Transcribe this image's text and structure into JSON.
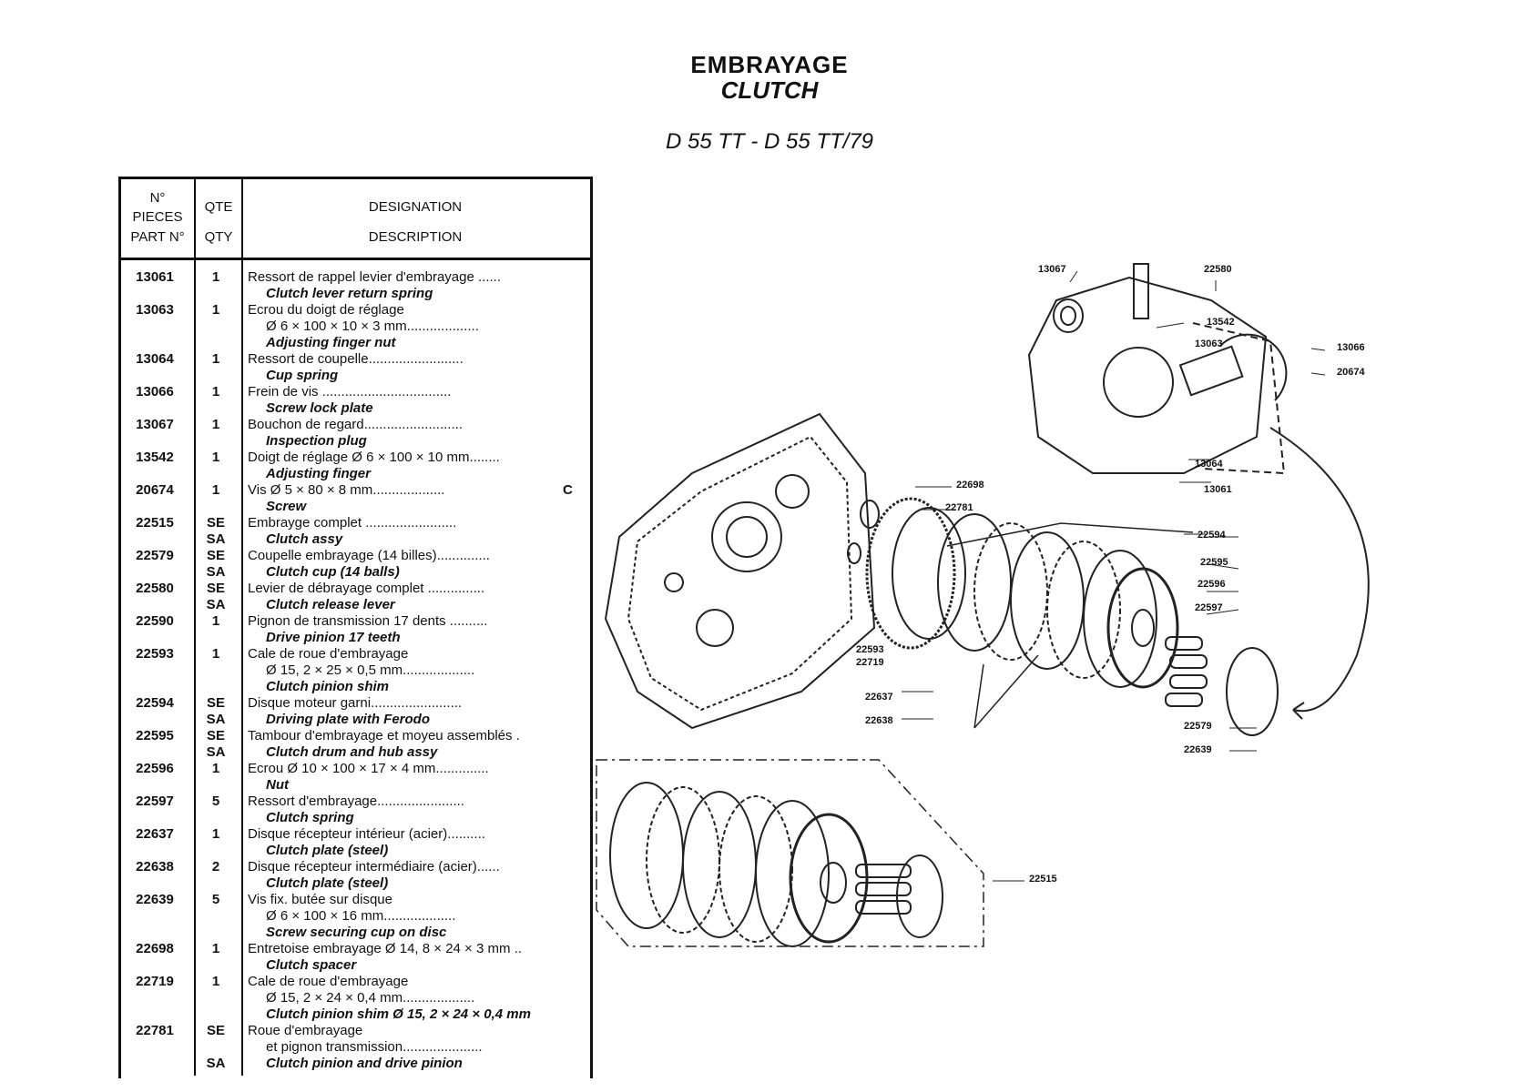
{
  "title": {
    "fr": "EMBRAYAGE",
    "en": "CLUTCH",
    "model": "D 55 TT - D 55 TT/79"
  },
  "table": {
    "headers": {
      "part_fr": "N°\nPIECES",
      "part_en": "PART N°",
      "qty_fr": "QTE",
      "qty_en": "QTY",
      "desc_fr": "DESIGNATION",
      "desc_en": "DESCRIPTION"
    },
    "rows": [
      {
        "part": "13061",
        "qty": [
          "1"
        ],
        "lines": [
          "Ressort de rappel levier d'embrayage ......",
          "Clutch lever return spring"
        ]
      },
      {
        "part": "13063",
        "qty": [
          "1"
        ],
        "lines": [
          "Ecrou du doigt de réglage",
          "Ø 6 × 100 × 10 × 3 mm...................",
          "Adjusting finger nut"
        ]
      },
      {
        "part": "13064",
        "qty": [
          "1"
        ],
        "lines": [
          "Ressort de coupelle.........................",
          "Cup spring"
        ]
      },
      {
        "part": "13066",
        "qty": [
          "1"
        ],
        "lines": [
          "Frein de vis ..................................",
          "Screw lock plate"
        ]
      },
      {
        "part": "13067",
        "qty": [
          "1"
        ],
        "lines": [
          "Bouchon de regard..........................",
          "Inspection plug"
        ]
      },
      {
        "part": "13542",
        "qty": [
          "1"
        ],
        "lines": [
          "Doigt de réglage Ø 6 × 100 × 10 mm........",
          "Adjusting finger"
        ]
      },
      {
        "part": "20674",
        "qty": [
          "1"
        ],
        "lines": [
          "Vis Ø 5 × 80 × 8 mm...................",
          "Screw"
        ],
        "code": "C"
      },
      {
        "part": "22515",
        "qty": [
          "SE",
          "SA"
        ],
        "lines": [
          "Embrayge complet ........................",
          "Clutch assy"
        ]
      },
      {
        "part": "22579",
        "qty": [
          "SE",
          "SA"
        ],
        "lines": [
          "Coupelle embrayage (14 billes)..............",
          "Clutch cup (14 balls)"
        ]
      },
      {
        "part": "22580",
        "qty": [
          "SE",
          "SA"
        ],
        "lines": [
          "Levier de débrayage complet ...............",
          "Clutch release lever"
        ]
      },
      {
        "part": "22590",
        "qty": [
          "1"
        ],
        "lines": [
          "Pignon de transmission 17 dents ..........",
          "Drive pinion 17 teeth"
        ]
      },
      {
        "part": "22593",
        "qty": [
          "1"
        ],
        "lines": [
          "Cale de roue d'embrayage",
          "Ø 15, 2 × 25 × 0,5 mm...................",
          "Clutch pinion shim"
        ]
      },
      {
        "part": "22594",
        "qty": [
          "SE",
          "SA"
        ],
        "lines": [
          "Disque moteur garni........................",
          "Driving plate with Ferodo"
        ]
      },
      {
        "part": "22595",
        "qty": [
          "SE",
          "SA"
        ],
        "lines": [
          "Tambour d'embrayage et moyeu assemblés .",
          "Clutch drum and hub assy"
        ]
      },
      {
        "part": "22596",
        "qty": [
          "1"
        ],
        "lines": [
          "Ecrou Ø 10 × 100 × 17 × 4 mm..............",
          "Nut"
        ]
      },
      {
        "part": "22597",
        "qty": [
          "5"
        ],
        "lines": [
          "Ressort d'embrayage.......................",
          "Clutch spring"
        ]
      },
      {
        "part": "22637",
        "qty": [
          "1"
        ],
        "lines": [
          "Disque récepteur intérieur (acier)..........",
          "Clutch plate (steel)"
        ]
      },
      {
        "part": "22638",
        "qty": [
          "2"
        ],
        "lines": [
          "Disque récepteur intermédiaire (acier)......",
          "Clutch plate (steel)"
        ]
      },
      {
        "part": "22639",
        "qty": [
          "5"
        ],
        "lines": [
          "Vis fix. butée sur disque",
          "Ø 6 × 100 × 16 mm...................",
          "Screw securing cup on disc"
        ]
      },
      {
        "part": "22698",
        "qty": [
          "1"
        ],
        "lines": [
          "Entretoise embrayage Ø 14, 8 × 24 × 3 mm ..",
          "Clutch spacer"
        ]
      },
      {
        "part": "22719",
        "qty": [
          "1"
        ],
        "lines": [
          "Cale de roue d'embrayage",
          "Ø 15, 2 × 24 × 0,4 mm...................",
          "Clutch pinion shim Ø 15, 2 × 24 × 0,4 mm"
        ]
      },
      {
        "part": "22781",
        "qty": [
          "SE",
          "",
          "SA"
        ],
        "lines": [
          "Roue d'embrayage",
          "et pignon transmission.....................",
          "Clutch pinion and drive pinion"
        ]
      }
    ]
  },
  "diagram": {
    "labels": [
      "13067",
      "22580",
      "13542",
      "13063",
      "13066",
      "20674",
      "13064",
      "13061",
      "22698",
      "22781",
      "22594",
      "22595",
      "22596",
      "22597",
      "22593",
      "22719",
      "22637",
      "22638",
      "22579",
      "22639",
      "22515"
    ]
  }
}
